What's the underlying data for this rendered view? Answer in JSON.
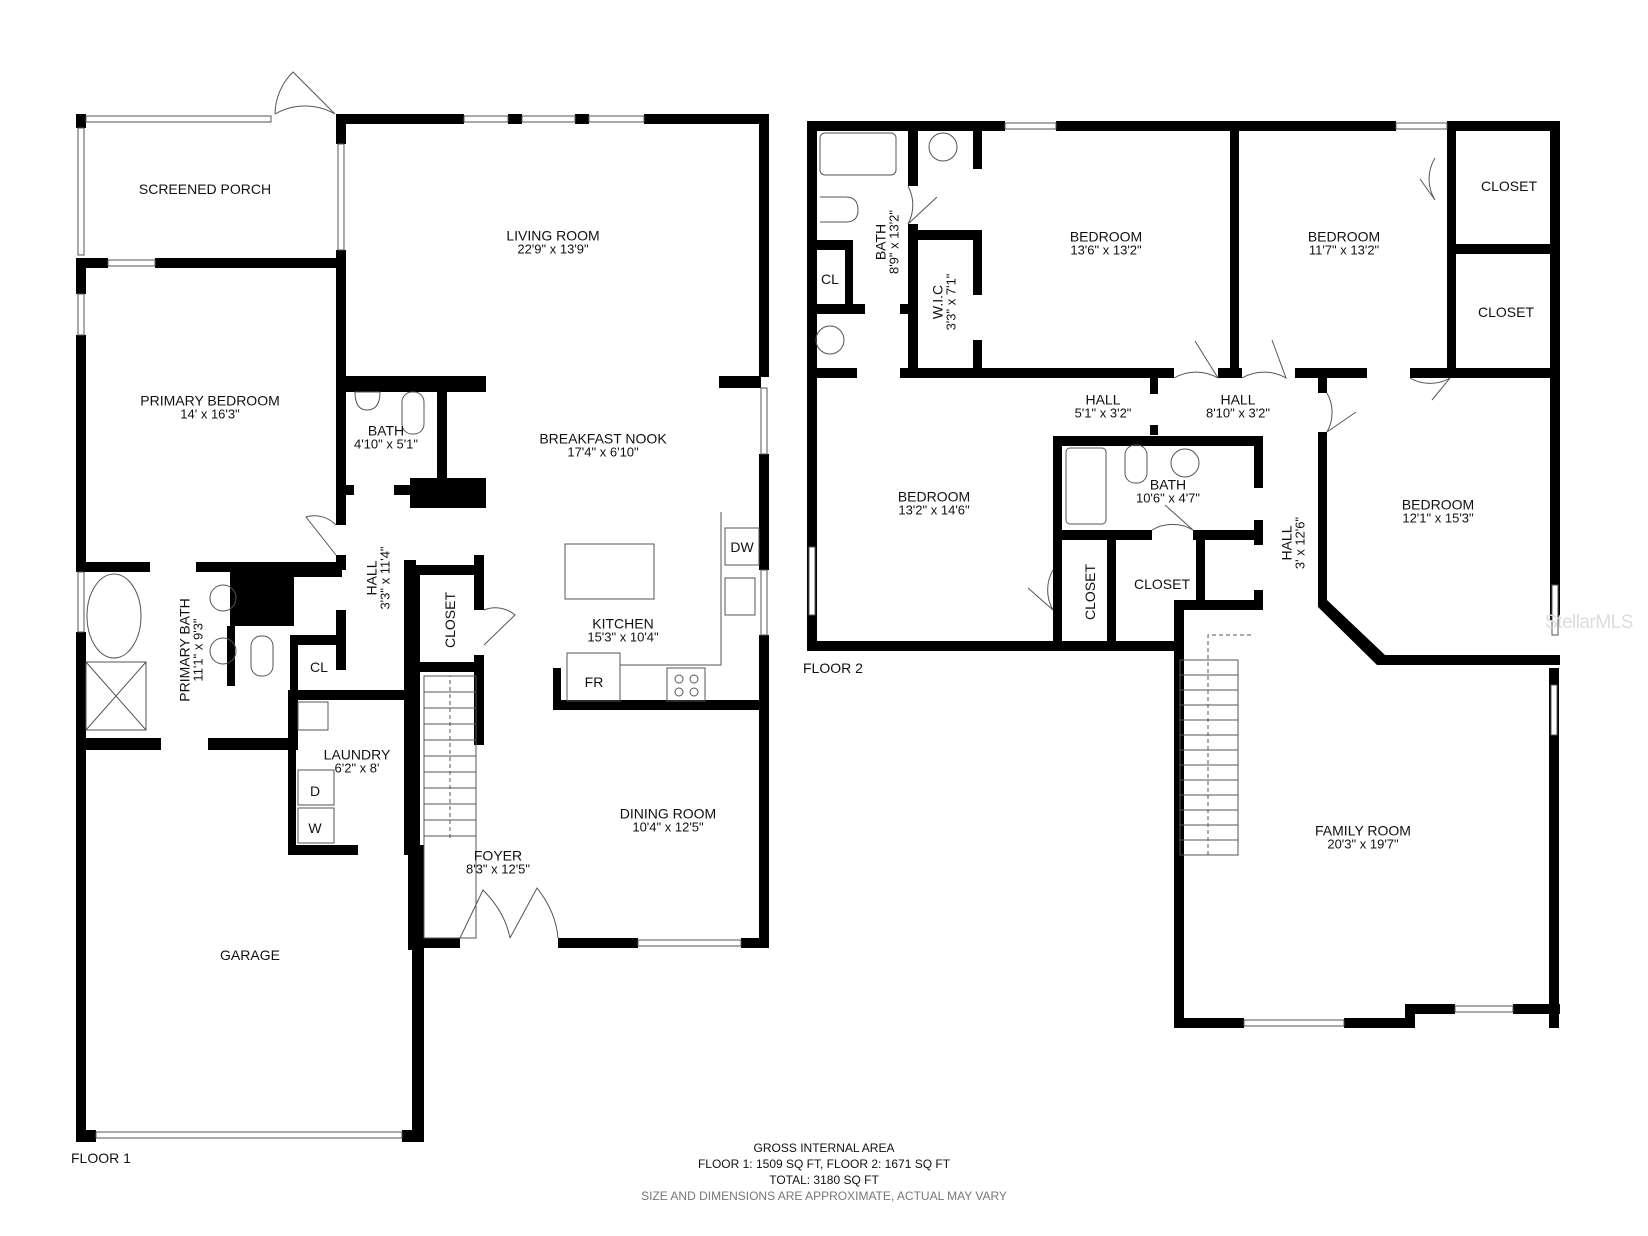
{
  "floors": [
    {
      "label": "FLOOR 1",
      "rooms": [
        {
          "name": "SCREENED PORCH",
          "dims": ""
        },
        {
          "name": "LIVING ROOM",
          "dims": "22'9\" x 13'9\""
        },
        {
          "name": "PRIMARY BEDROOM",
          "dims": "14' x 16'3\""
        },
        {
          "name": "BATH",
          "dims": "4'10\" x 5'1\""
        },
        {
          "name": "BREAKFAST NOOK",
          "dims": "17'4\" x 6'10\""
        },
        {
          "name": "HALL",
          "dims": "3'3\" x 11'4\""
        },
        {
          "name": "PRIMARY BATH",
          "dims": "11'1\" x 9'3\""
        },
        {
          "name": "CLOSET",
          "dims": ""
        },
        {
          "name": "CL",
          "dims": ""
        },
        {
          "name": "KITCHEN",
          "dims": "15'3\" x 10'4\""
        },
        {
          "name": "LAUNDRY",
          "dims": "6'2\" x 8'"
        },
        {
          "name": "DINING ROOM",
          "dims": "10'4\" x 12'5\""
        },
        {
          "name": "FOYER",
          "dims": "8'3\" x 12'5\""
        },
        {
          "name": "GARAGE",
          "dims": ""
        }
      ],
      "appliances": {
        "dishwasher": "DW",
        "fridge": "FR",
        "dryer": "D",
        "washer": "W"
      }
    },
    {
      "label": "FLOOR 2",
      "rooms": [
        {
          "name": "BATH",
          "dims": "8'9\" x 13'2\""
        },
        {
          "name": "CL",
          "dims": ""
        },
        {
          "name": "W.I.C",
          "dims": "3'3\" x 7'1\""
        },
        {
          "name": "BEDROOM",
          "dims": "13'6\" x 13'2\""
        },
        {
          "name": "BEDROOM",
          "dims": "11'7\" x 13'2\""
        },
        {
          "name": "CLOSET",
          "dims": ""
        },
        {
          "name": "CLOSET",
          "dims": ""
        },
        {
          "name": "HALL",
          "dims": "5'1\" x 3'2\""
        },
        {
          "name": "HALL",
          "dims": "8'10\" x 3'2\""
        },
        {
          "name": "BEDROOM",
          "dims": "13'2\" x 14'6\""
        },
        {
          "name": "BATH",
          "dims": "10'6\" x 4'7\""
        },
        {
          "name": "HALL",
          "dims": "3' x 12'6\""
        },
        {
          "name": "BEDROOM",
          "dims": "12'1\" x 15'3\""
        },
        {
          "name": "CLOSET",
          "dims": ""
        },
        {
          "name": "CLOSET",
          "dims": ""
        },
        {
          "name": "FAMILY ROOM",
          "dims": "20'3\" x 19'7\""
        }
      ]
    }
  ],
  "summary": {
    "title": "GROSS INTERNAL AREA",
    "floors_line": "FLOOR 1: 1509 SQ FT, FLOOR 2: 1671 SQ FT",
    "total": "TOTAL: 3180 SQ FT",
    "disclaimer": "SIZE AND DIMENSIONS ARE APPROXIMATE, ACTUAL MAY VARY"
  },
  "watermark": "StellarMLS",
  "colors": {
    "wall": "#000000",
    "fixture_line": "#555555",
    "background": "#ffffff",
    "disclaimer": "#777777"
  }
}
